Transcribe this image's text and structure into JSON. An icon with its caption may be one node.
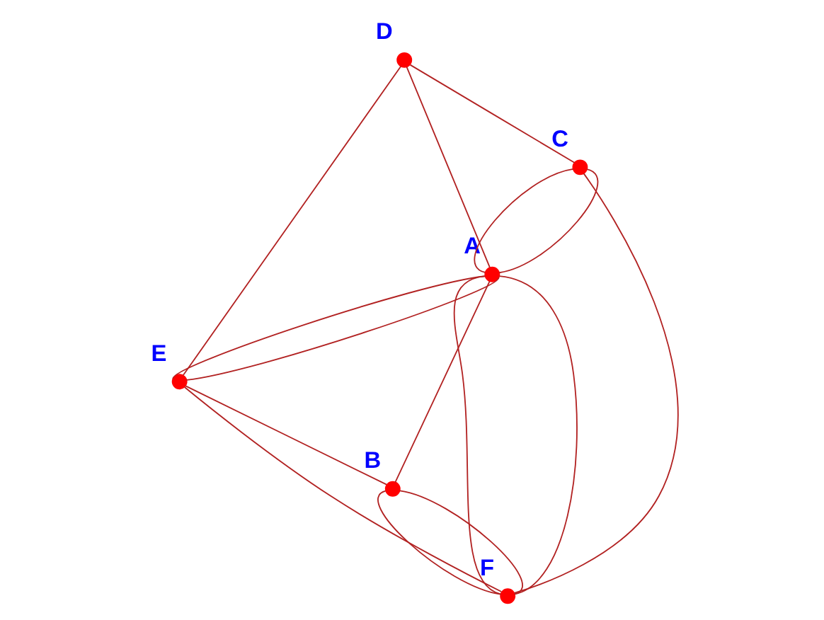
{
  "diagram": {
    "nodes": [
      {
        "text": [],
        "shape": "circle",
        "beside": [
          "D"
        ]
      },
      {
        "text": [],
        "shape": "circle",
        "beside": [
          "E"
        ]
      },
      {
        "text": [],
        "shape": "circle",
        "beside": [
          "C"
        ]
      },
      {
        "text": [],
        "shape": "circle",
        "beside": [
          "A"
        ]
      },
      {
        "text": [],
        "shape": "circle",
        "beside": [
          "B"
        ]
      },
      {
        "text": [],
        "shape": "circle",
        "beside": [
          "F"
        ]
      }
    ],
    "edges": [
      {
        "from": 0,
        "to": 1,
        "arrow": "none"
      },
      {
        "from": 0,
        "to": 2,
        "arrow": "none"
      },
      {
        "from": 0,
        "to": 3,
        "arrow": "none"
      },
      {
        "from": 3,
        "to": 1,
        "arrow": "none"
      },
      {
        "from": 3,
        "to": 1,
        "arrow": "none"
      },
      {
        "from": 1,
        "to": 4,
        "arrow": "none"
      },
      {
        "from": 1,
        "to": 5,
        "arrow": "none"
      },
      {
        "from": 2,
        "to": 3,
        "arrow": "none"
      },
      {
        "from": 2,
        "to": 3,
        "arrow": "none"
      },
      {
        "from": 3,
        "to": 4,
        "arrow": "none"
      },
      {
        "from": 3,
        "to": 5,
        "arrow": "none"
      },
      {
        "from": 3,
        "to": 5,
        "arrow": "none"
      },
      {
        "from": 4,
        "to": 5,
        "arrow": "none"
      },
      {
        "from": 4,
        "to": 5,
        "arrow": "none"
      },
      {
        "from": 2,
        "to": 5,
        "arrow": "none"
      }
    ]
  }
}
